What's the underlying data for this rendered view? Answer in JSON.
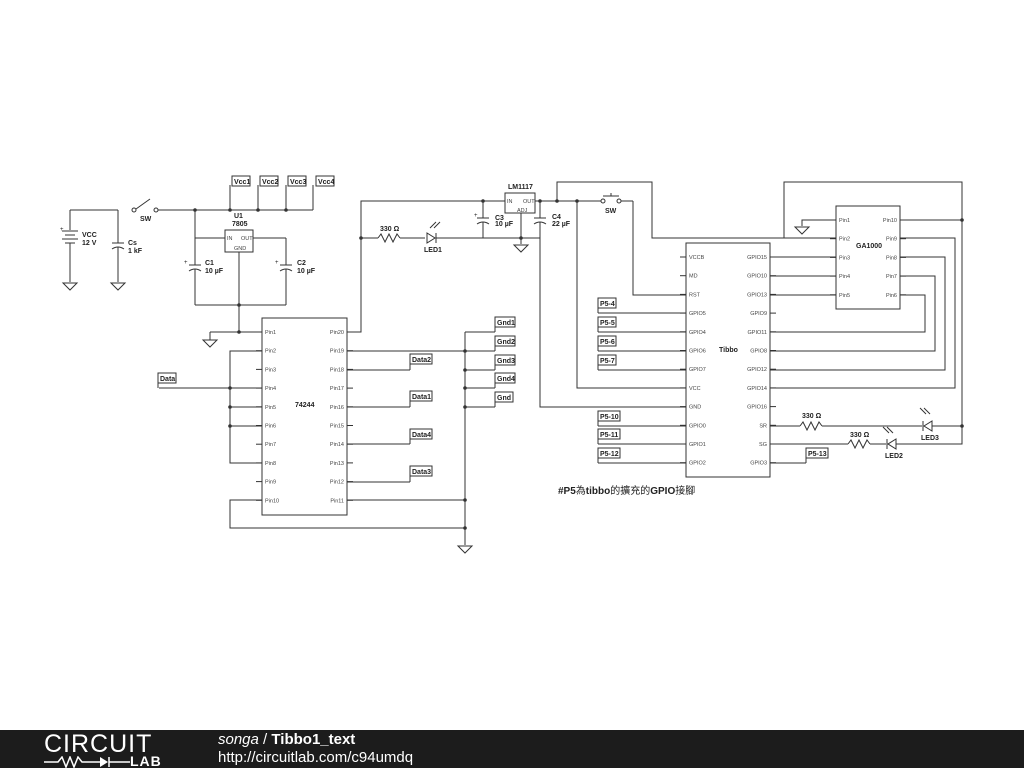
{
  "schematic": {
    "power": {
      "vcc_name": "VCC",
      "vcc_value": "12 V",
      "cs_name": "Cs",
      "cs_value": "1 kF",
      "sw1": "SW",
      "u1_name": "U1",
      "u1_part": "7805",
      "u1_in": "IN",
      "u1_out": "OUT",
      "u1_gnd": "GND",
      "c1_name": "C1",
      "c1_value": "10 µF",
      "c2_name": "C2",
      "c2_value": "10 µF",
      "vcc_nets": [
        "Vcc1",
        "Vcc2",
        "Vcc3",
        "Vcc4"
      ]
    },
    "led_branch": {
      "r1_value": "330 Ω",
      "led1": "LED1",
      "c3_name": "C3",
      "c3_value": "10 µF",
      "ldo_part": "LM1117",
      "ldo_in": "IN",
      "ldo_out": "OUT",
      "ldo_adj": "ADJ",
      "c4_name": "C4",
      "c4_value": "22 µF",
      "sw2": "SW"
    },
    "ic74244": {
      "name": "74244",
      "left_pins": [
        "Pin1",
        "Pin2",
        "Pin3",
        "Pin4",
        "Pin5",
        "Pin6",
        "Pin7",
        "Pin8",
        "Pin9",
        "Pin10"
      ],
      "right_pins": [
        "Pin20",
        "Pin19",
        "Pin18",
        "Pin17",
        "Pin16",
        "Pin15",
        "Pin14",
        "Pin13",
        "Pin12",
        "Pin11"
      ],
      "data_net": "Data",
      "data_nets": [
        "Data2",
        "Data1",
        "Data4",
        "Data3"
      ],
      "gnd_nets": [
        "Gnd1",
        "Gnd2",
        "Gnd3",
        "Gnd4",
        "Gnd"
      ]
    },
    "tibbo": {
      "name": "Tibbo",
      "left_pins": [
        "VCCB",
        "MD",
        "RST",
        "GPIO5",
        "GPIO4",
        "GPIO6",
        "GPIO7",
        "VCC",
        "GND",
        "GPIO0",
        "GPIO1",
        "GPIO2"
      ],
      "right_pins": [
        "GPIO15",
        "GPIO10",
        "GPIO13",
        "GPIO9",
        "GPIO11",
        "GPIO8",
        "GPIO12",
        "GPIO14",
        "GPIO16",
        "SR",
        "SG",
        "GPIO3"
      ],
      "p5_nets": [
        "P5-4",
        "P5-5",
        "P5-6",
        "P5-7",
        "P5-10",
        "P5-11",
        "P5-12"
      ],
      "p5_13": "P5-13"
    },
    "ga1000": {
      "name": "GA1000",
      "left_pins": [
        "Pin1",
        "Pin2",
        "Pin3",
        "Pin4",
        "Pin5"
      ],
      "right_pins": [
        "Pin10",
        "Pin9",
        "Pin8",
        "Pin7",
        "Pin6"
      ]
    },
    "outputs": {
      "r2_value": "330 Ω",
      "r3_value": "330 Ω",
      "led2": "LED2",
      "led3": "LED3"
    },
    "note_bold1": "#P5",
    "note_mid1": "為",
    "note_bold2": "tibbo",
    "note_mid2": "的擴充的",
    "note_bold3": "GPIO",
    "note_end": "接腳"
  },
  "footer": {
    "logo_top": "CIRCUIT",
    "logo_bottom": "LAB",
    "owner": "songa",
    "separator": " / ",
    "project": "Tibbo1_text",
    "url": "http://circuitlab.com/c94umdq"
  },
  "colors": {
    "footer_bg": "#1c1c1c",
    "wire": "#333333"
  }
}
